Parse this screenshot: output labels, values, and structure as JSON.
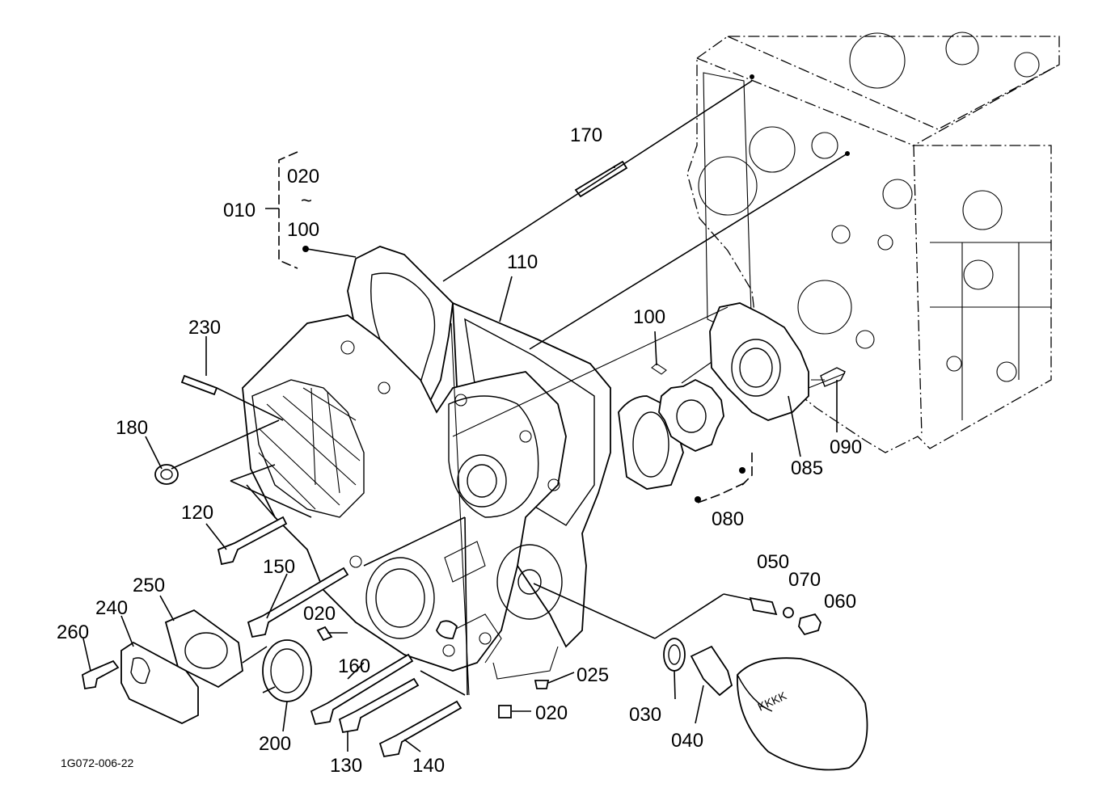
{
  "figure_id": "1G072-006-22",
  "group_range": {
    "parent": "010",
    "from": "020",
    "tilde": "~",
    "to": "100"
  },
  "labels": {
    "p170": "170",
    "p110": "110",
    "p100": "100",
    "p230": "230",
    "p180": "180",
    "p120": "120",
    "p150": "150",
    "p020a": "020",
    "p250": "250",
    "p240": "240",
    "p260": "260",
    "p200": "200",
    "p160": "160",
    "p130": "130",
    "p140": "140",
    "p025": "025",
    "p020b": "020",
    "p050": "050",
    "p070": "070",
    "p060": "060",
    "p030": "030",
    "p040": "040",
    "p090": "090",
    "p085": "085",
    "p080": "080"
  },
  "filter_brand_text": "KKKK"
}
